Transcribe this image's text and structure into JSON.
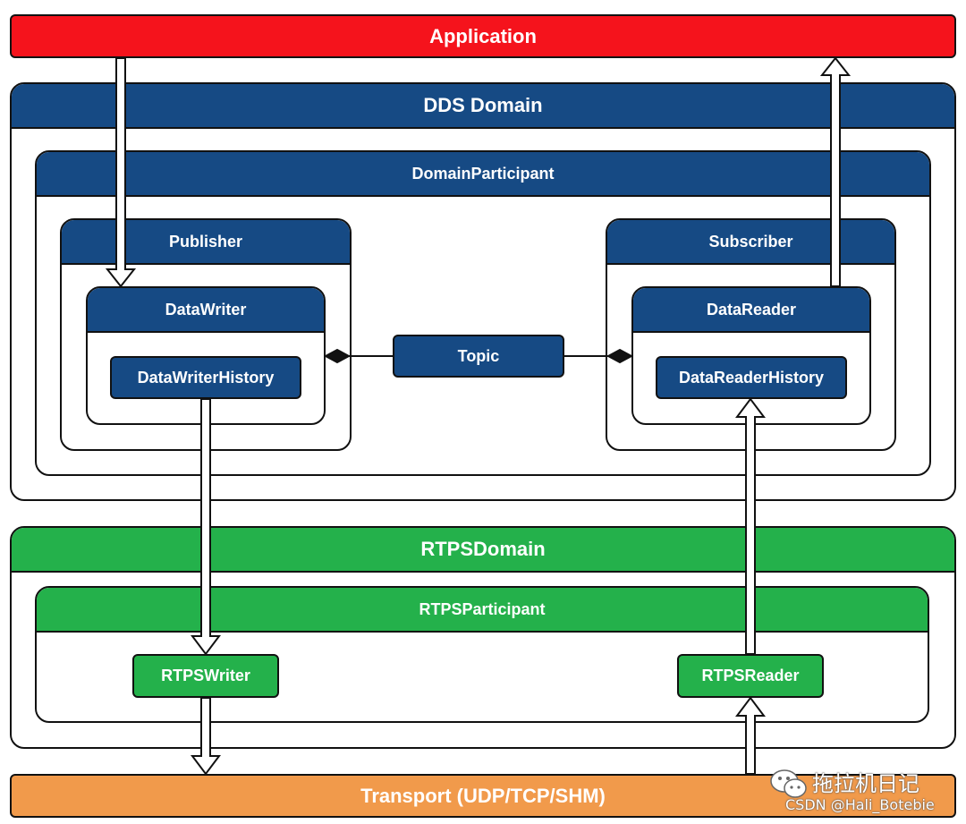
{
  "colors": {
    "app": "#f5131c",
    "dds": "#164a84",
    "rtps": "#24b14b",
    "transport": "#f19a4b"
  },
  "layers": {
    "application": "Application",
    "dds_domain": "DDS Domain",
    "domain_participant": "DomainParticipant",
    "publisher": "Publisher",
    "subscriber": "Subscriber",
    "data_writer": "DataWriter",
    "data_writer_history": "DataWriterHistory",
    "data_reader": "DataReader",
    "data_reader_history": "DataReaderHistory",
    "topic": "Topic",
    "rtps_domain": "RTPSDomain",
    "rtps_participant": "RTPSParticipant",
    "rtps_writer": "RTPSWriter",
    "rtps_reader": "RTPSReader",
    "transport": "Transport (UDP/TCP/SHM)"
  },
  "watermark": {
    "line1": "拖拉机日记",
    "line2": "CSDN @Hali_Botebie",
    "icon": "wechat-icon"
  }
}
